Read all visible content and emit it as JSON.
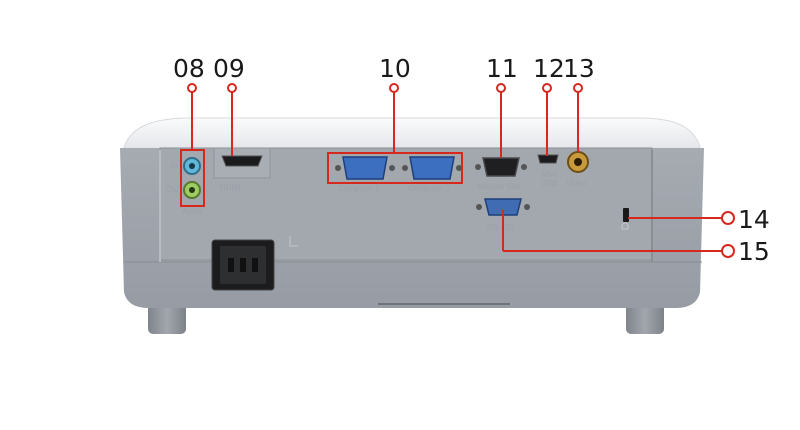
{
  "callouts": [
    {
      "num": "08",
      "target": "Audio in / out jacks"
    },
    {
      "num": "09",
      "target": "HDMI port"
    },
    {
      "num": "10",
      "target": "Computer 1 / Computer 2 VGA ports"
    },
    {
      "num": "11",
      "target": "Monitor Out port"
    },
    {
      "num": "12",
      "target": "Mini USB port"
    },
    {
      "num": "13",
      "target": "Video port"
    },
    {
      "num": "14",
      "target": "Security lock slot"
    },
    {
      "num": "15",
      "target": "RS-232 port"
    }
  ],
  "port_labels": {
    "audio_in": "In",
    "audio_out": "Out",
    "audio": "Audio",
    "hdmi": "HDMI",
    "computer1": "Computer 1",
    "computer2": "Computer 2",
    "monitor_out": "Monitor Out",
    "mini_usb_line1": "Mini",
    "mini_usb_line2": "USB",
    "video": "Video",
    "rs232": "RS-232"
  },
  "colors": {
    "callout_line": "#d7281e",
    "body_gray": "#9ea3ab",
    "top_cover": "#eceef1",
    "feet": "#8f949b"
  }
}
